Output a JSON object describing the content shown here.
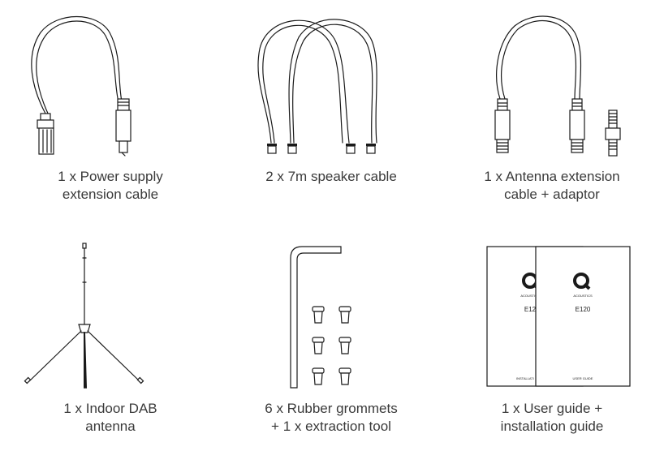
{
  "items": [
    {
      "qty_line": "1 x Power supply",
      "line2": "extension cable",
      "icon": "power-cable-icon"
    },
    {
      "qty_line": "2 x 7m speaker cable",
      "line2": "",
      "icon": "speaker-cable-icon"
    },
    {
      "qty_line": "1 x Antenna extension",
      "line2": "cable + adaptor",
      "icon": "antenna-cable-icon"
    },
    {
      "qty_line": "1 x Indoor DAB",
      "line2": "antenna",
      "icon": "dab-antenna-icon"
    },
    {
      "qty_line": "6 x Rubber grommets",
      "line2": "+ 1 x extraction tool",
      "icon": "grommets-icon"
    },
    {
      "qty_line": "1 x User guide +",
      "line2": "installation guide",
      "icon": "guide-booklets-icon"
    }
  ],
  "guide": {
    "brand_word": "ACOUSTICS",
    "model": "E120",
    "model_partial": "E12",
    "back_footer": "INSTALLATI",
    "front_footer": "USER GUIDE"
  }
}
